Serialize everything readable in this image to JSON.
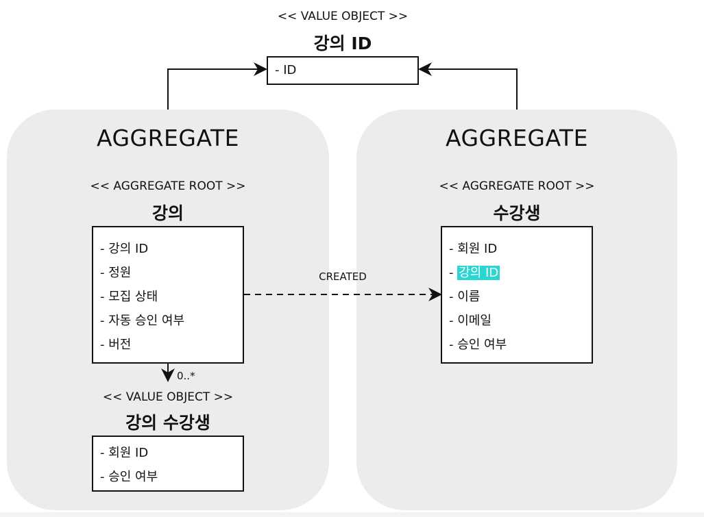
{
  "top_vo": {
    "stereotype": "<< VALUE OBJECT >>",
    "title": "강의 ID",
    "fields": [
      "- ID"
    ]
  },
  "left_aggregate": {
    "title": "AGGREGATE",
    "root_stereotype": "<< AGGREGATE ROOT >>",
    "root_title": "강의",
    "fields": [
      "- 강의 ID",
      "- 정원",
      "- 모집 상태",
      "- 자동 승인 여부",
      "- 버전"
    ],
    "multiplicity": "0..*",
    "vo_stereotype": "<< VALUE OBJECT >>",
    "vo_title": "강의 수강생",
    "vo_fields": [
      "- 회원 ID",
      "- 승인 여부"
    ]
  },
  "right_aggregate": {
    "title": "AGGREGATE",
    "root_stereotype": "<< AGGREGATE ROOT >>",
    "root_title": "수강생",
    "fields": [
      "- 회원 ID",
      "- ",
      "- 이름",
      "- 이메일",
      "- 승인 여부"
    ],
    "highlighted_field": "강의 ID"
  },
  "relation_label": "CREATED",
  "colors": {
    "panel": "#ececee",
    "highlight": "#2ad6d1"
  }
}
